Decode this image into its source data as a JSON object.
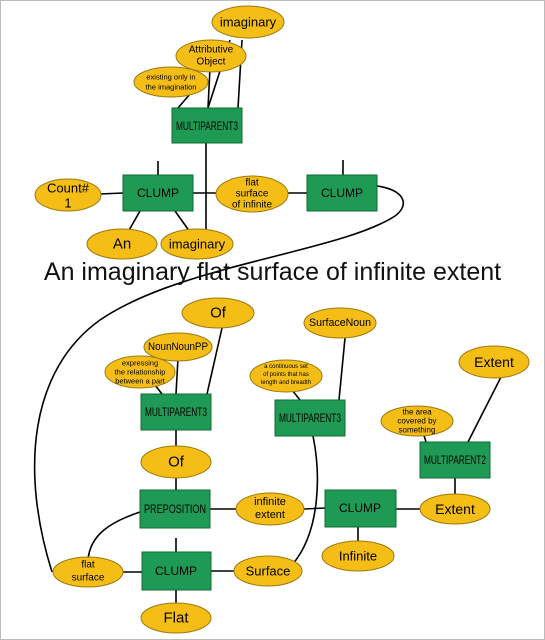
{
  "sentence": "An imaginary flat surface of infinite extent",
  "colors": {
    "node_fill": "#1f9a55",
    "concept_fill": "#f5be16",
    "edge": "#000000",
    "frame": "#bbbbbb"
  },
  "nodes": {
    "mp3_top": "MULTIPARENT3",
    "clump_left": "CLUMP",
    "clump_right": "CLUMP",
    "mp3_of": "MULTIPARENT3",
    "mp3_surface": "MULTIPARENT3",
    "mp2_extent": "MULTIPARENT2",
    "preposition": "PREPOSITION",
    "clump_infinite": "CLUMP",
    "clump_flat": "CLUMP"
  },
  "concepts": {
    "imaginary_top": "imaginary",
    "attributive_object": [
      "Attributive",
      "Object"
    ],
    "existing_only": [
      "existing only in",
      "the imagination"
    ],
    "count1": [
      "Count#",
      "1"
    ],
    "an": "An",
    "imaginary_mid": "imaginary",
    "flat_surface_infinite": [
      "flat",
      "surface",
      "of infinite"
    ],
    "of_top": "Of",
    "nounnounpp": "NounNounPP",
    "expressing": [
      "expressing",
      "the relationship",
      "between a part"
    ],
    "surfacenoun": "SurfaceNoun",
    "continuous_set": [
      "a continuous set",
      "of points that has",
      "length and breadth"
    ],
    "extent_top": "Extent",
    "area_covered": [
      "the area",
      "covered by",
      "something"
    ],
    "of_mid": "Of",
    "infinite_extent": [
      "infinite",
      "extent"
    ],
    "extent_low": "Extent",
    "infinite": "Infinite",
    "flat_surface": [
      "flat",
      "surface"
    ],
    "surface": "Surface",
    "flat": "Flat"
  }
}
